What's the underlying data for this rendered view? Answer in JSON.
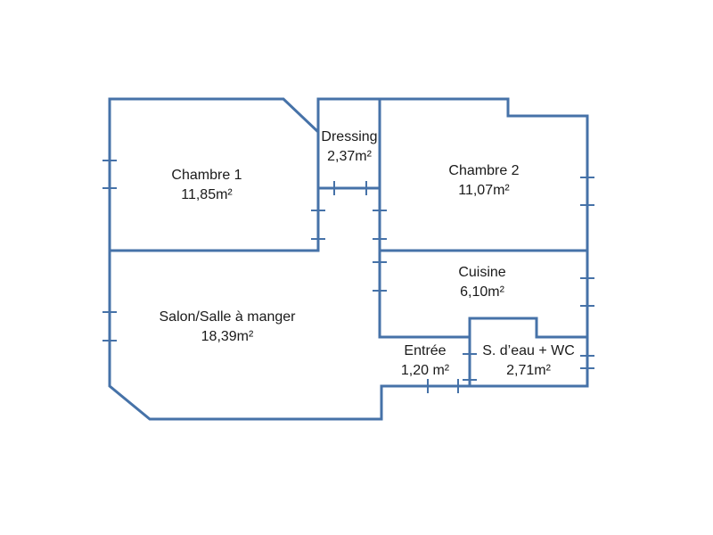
{
  "floor_plan": {
    "wall_color": "#4672a8",
    "rooms": [
      {
        "id": "chambre-1",
        "name": "Chambre 1",
        "area": "11,85m²"
      },
      {
        "id": "dressing",
        "name": "Dressing",
        "area": "2,37m²"
      },
      {
        "id": "chambre-2",
        "name": "Chambre 2",
        "area": "11,07m²"
      },
      {
        "id": "cuisine",
        "name": "Cuisine",
        "area": "6,10m²"
      },
      {
        "id": "salon",
        "name": "Salon/Salle à manger",
        "area": "18,39m²"
      },
      {
        "id": "entree",
        "name": "Entrée",
        "area": "1,20 m²"
      },
      {
        "id": "salle-d-eau",
        "name": "S. d’eau + WC",
        "area": "2,71m²"
      }
    ]
  }
}
